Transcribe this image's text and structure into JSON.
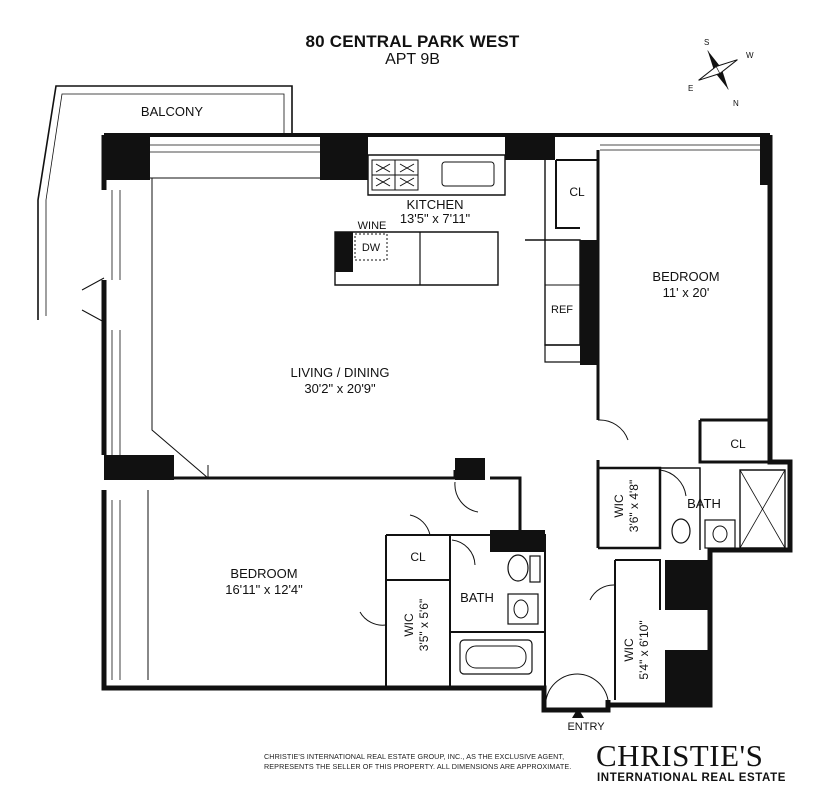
{
  "header": {
    "address": "80 CENTRAL PARK WEST",
    "unit": "APT 9B"
  },
  "compass": {
    "n": "N",
    "s": "S",
    "e": "E",
    "w": "W"
  },
  "rooms": {
    "balcony": "BALCONY",
    "kitchen": {
      "name": "KITCHEN",
      "dims": "13'5\" x 7'11\""
    },
    "wine": "WINE",
    "dw": "DW",
    "ref": "REF",
    "closet_top": "CL",
    "bedroom_east": {
      "name": "BEDROOM",
      "dims": "11' x 20'"
    },
    "closet_east": "CL",
    "living": {
      "name": "LIVING / DINING",
      "dims": "30'2\" x 20'9\""
    },
    "wic_mid": {
      "name": "WIC",
      "dims": "3'6\" x 4'8\""
    },
    "bath_east": "BATH",
    "bedroom_west": {
      "name": "BEDROOM",
      "dims": "16'11\" x 12'4\""
    },
    "closet_west": "CL",
    "wic_west": {
      "name": "WIC",
      "dims": "3'5\" x 5'6\""
    },
    "bath_west": "BATH",
    "wic_south": {
      "name": "WIC",
      "dims": "5'4\" x 6'10\""
    },
    "entry": "ENTRY"
  },
  "footer": {
    "disclaimer_line1": "CHRISTIE'S INTERNATIONAL REAL ESTATE GROUP, INC., AS THE EXCLUSIVE AGENT,",
    "disclaimer_line2": "REPRESENTS THE SELLER OF THIS PROPERTY. ALL DIMENSIONS ARE APPROXIMATE.",
    "brand": "CHRISTIE'S",
    "brand_sub": "INTERNATIONAL REAL ESTATE"
  }
}
